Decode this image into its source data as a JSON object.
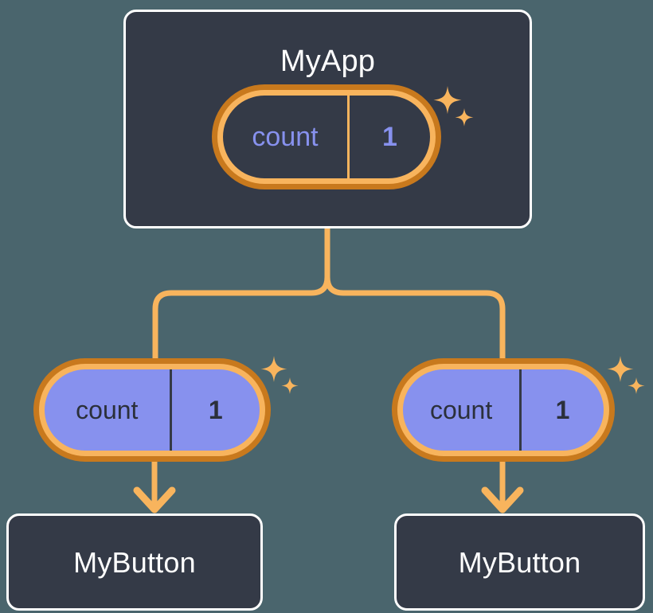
{
  "diagram": {
    "title_root": "MyApp",
    "background_color": "#4a656d",
    "card_color": "#343a47",
    "card_border_color": "#ffffff",
    "ring_outer_color": "#c8791d",
    "ring_inner_color": "#f8b45d",
    "state_fill_color": "#8791ee",
    "wire_color": "#f8b45d",
    "accent_text_color": "#8791ee"
  },
  "root": {
    "label": "MyApp",
    "state": {
      "key": "count",
      "value": "1"
    }
  },
  "branches": [
    {
      "state": {
        "key": "count",
        "value": "1"
      },
      "child": {
        "label": "MyButton"
      }
    },
    {
      "state": {
        "key": "count",
        "value": "1"
      },
      "child": {
        "label": "MyButton"
      }
    }
  ],
  "icons": {
    "sparkle_large": "sparkle-icon",
    "sparkle_small": "sparkle-small-icon",
    "arrow_down": "arrow-down-icon"
  }
}
